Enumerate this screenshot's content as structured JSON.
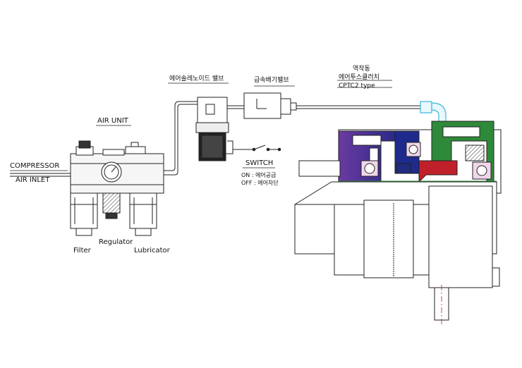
{
  "labels": {
    "compressor": "COMPRESSOR",
    "air_inlet": "AIR  INLET",
    "air_unit": "AIR  UNIT",
    "filter": "Filter",
    "regulator": "Regulator",
    "lubricator": "Lubricator",
    "solenoid_valve": "에어솔레노이드 밸브",
    "quick_exhaust_valve": "급속배기밸브",
    "clutch_line1": "역작동",
    "clutch_line2": "에어투스클러치",
    "clutch_type": "CPTC2  type",
    "switch": "SWITCH",
    "on_state": "ON  :  에어공급",
    "off_state": "OFF :  에어차단"
  },
  "colors": {
    "line": "#222222",
    "purple": "#5a2d8c",
    "navy": "#1e2a8c",
    "red": "#c0202a",
    "green": "#2e8a3a",
    "cyan": "#3ab7d8"
  }
}
